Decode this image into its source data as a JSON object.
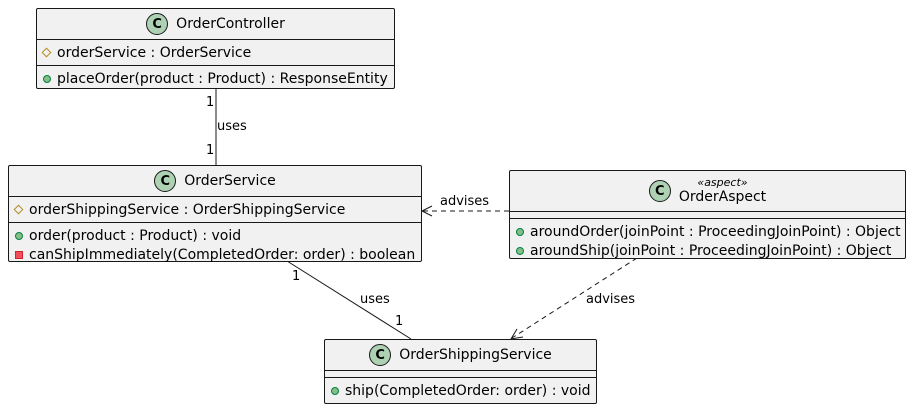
{
  "classes": {
    "order_controller": {
      "name": "OrderController",
      "fields": [
        {
          "vis": "protected",
          "text": "orderService : OrderService"
        }
      ],
      "methods": [
        {
          "vis": "public",
          "text": "placeOrder(product : Product) : ResponseEntity"
        }
      ]
    },
    "order_service": {
      "name": "OrderService",
      "fields": [
        {
          "vis": "protected",
          "text": "orderShippingService : OrderShippingService"
        }
      ],
      "methods": [
        {
          "vis": "public",
          "text": "order(product : Product) : void"
        },
        {
          "vis": "private",
          "text": "canShipImmediately(CompletedOrder: order) : boolean"
        }
      ]
    },
    "order_aspect": {
      "name": "OrderAspect",
      "stereotype": "«aspect»",
      "fields": [],
      "methods": [
        {
          "vis": "public",
          "text": "aroundOrder(joinPoint : ProceedingJoinPoint) : Object"
        },
        {
          "vis": "public",
          "text": "aroundShip(joinPoint : ProceedingJoinPoint) : Object"
        }
      ]
    },
    "order_shipping_service": {
      "name": "OrderShippingService",
      "fields": [],
      "methods": [
        {
          "vis": "public",
          "text": "ship(CompletedOrder: order) : void"
        }
      ]
    }
  },
  "badge_letter": "C",
  "relations": {
    "controller_service": {
      "label": "uses",
      "source_mult": "1",
      "target_mult": "1"
    },
    "service_shipping": {
      "label": "uses",
      "source_mult": "1",
      "target_mult": "1"
    },
    "aspect_service": {
      "label": "advises"
    },
    "aspect_shipping": {
      "label": "advises"
    }
  },
  "colors": {
    "box_fill": "#f1f1f1",
    "border": "#181818",
    "badge": "#add1b2",
    "public": "#84be84",
    "protected": "#b38d22",
    "private": "#f24d5c"
  }
}
